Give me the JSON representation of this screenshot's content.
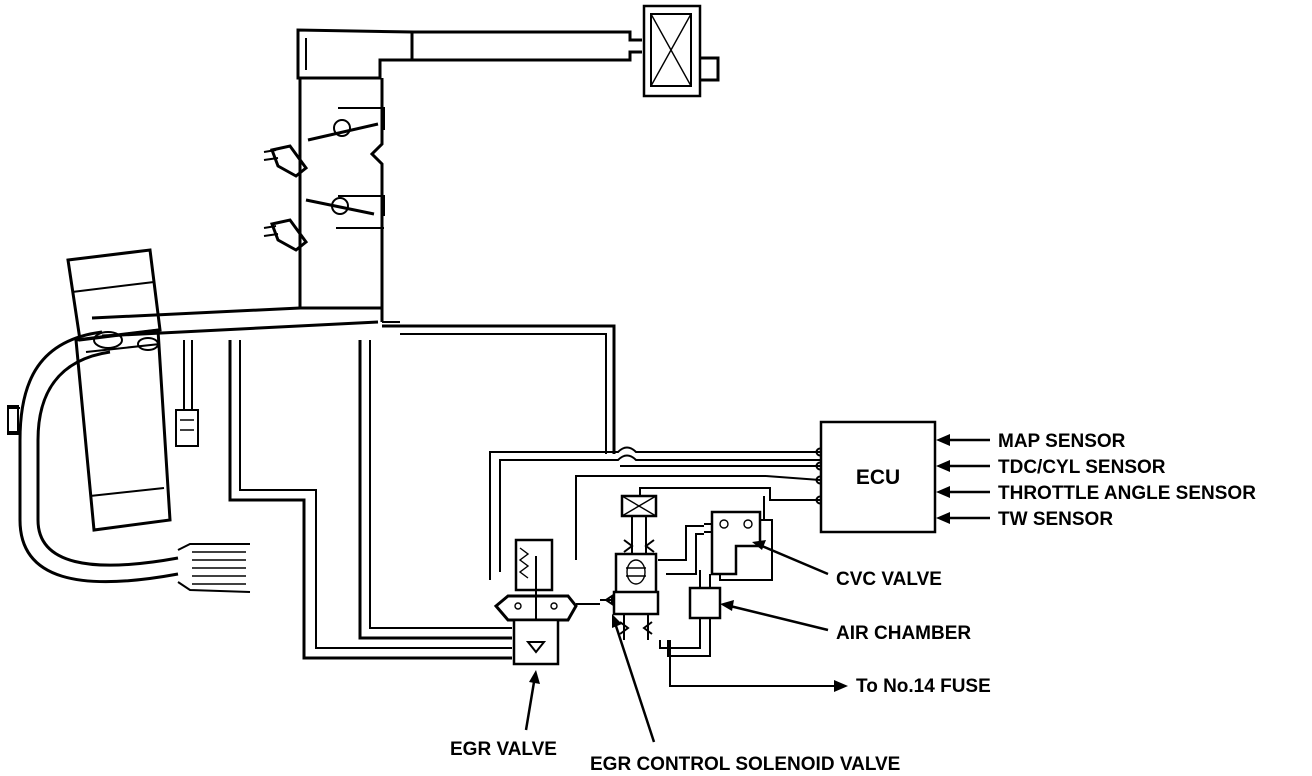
{
  "labels": {
    "ecu": "ECU",
    "map_sensor": "MAP SENSOR",
    "tdc_cyl_sensor": "TDC/CYL SENSOR",
    "throttle_angle_sensor": "THROTTLE ANGLE SENSOR",
    "tw_sensor": "TW SENSOR",
    "cvc_valve": "CVC VALVE",
    "air_chamber": "AIR CHAMBER",
    "fuse": "To No.14 FUSE",
    "egr_valve": "EGR VALVE",
    "egr_control_solenoid_valve": "EGR CONTROL SOLENOID VALVE"
  }
}
